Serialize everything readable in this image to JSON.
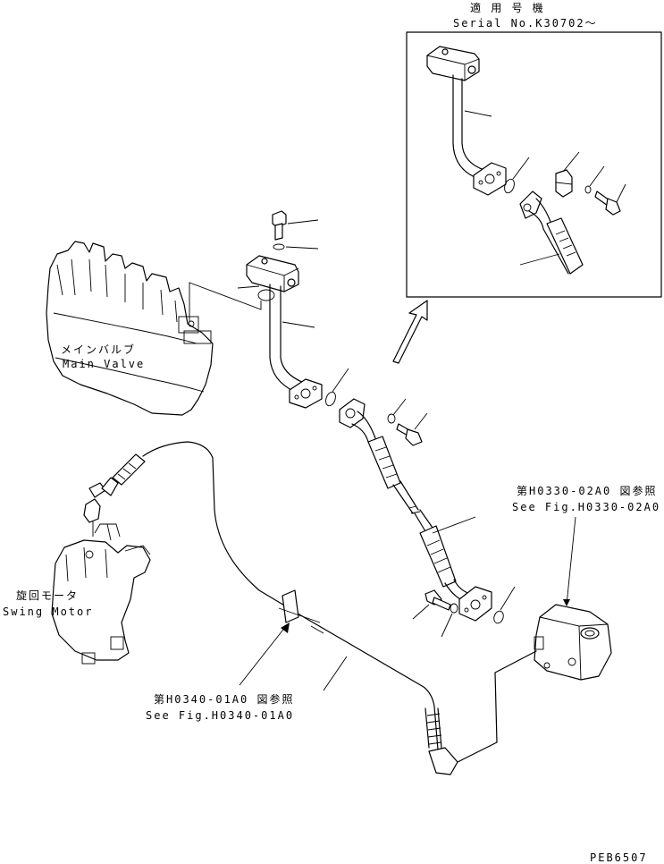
{
  "inset": {
    "title_jp": "適 用 号 機",
    "serial": "Serial No.K30702～"
  },
  "labels": {
    "main_valve_jp": "メインバルブ",
    "main_valve_en": "Main Valve",
    "swing_motor_jp": "旋回モータ",
    "swing_motor_en": "Swing Motor",
    "ref_h0330_jp": "第H0330-02A0 図参照",
    "ref_h0330_en": "See Fig.H0330-02A0",
    "ref_h0340_jp": "第H0340-01A0 図参照",
    "ref_h0340_en": "See Fig.H0340-01A0",
    "drawing_code": "PEB6507"
  }
}
